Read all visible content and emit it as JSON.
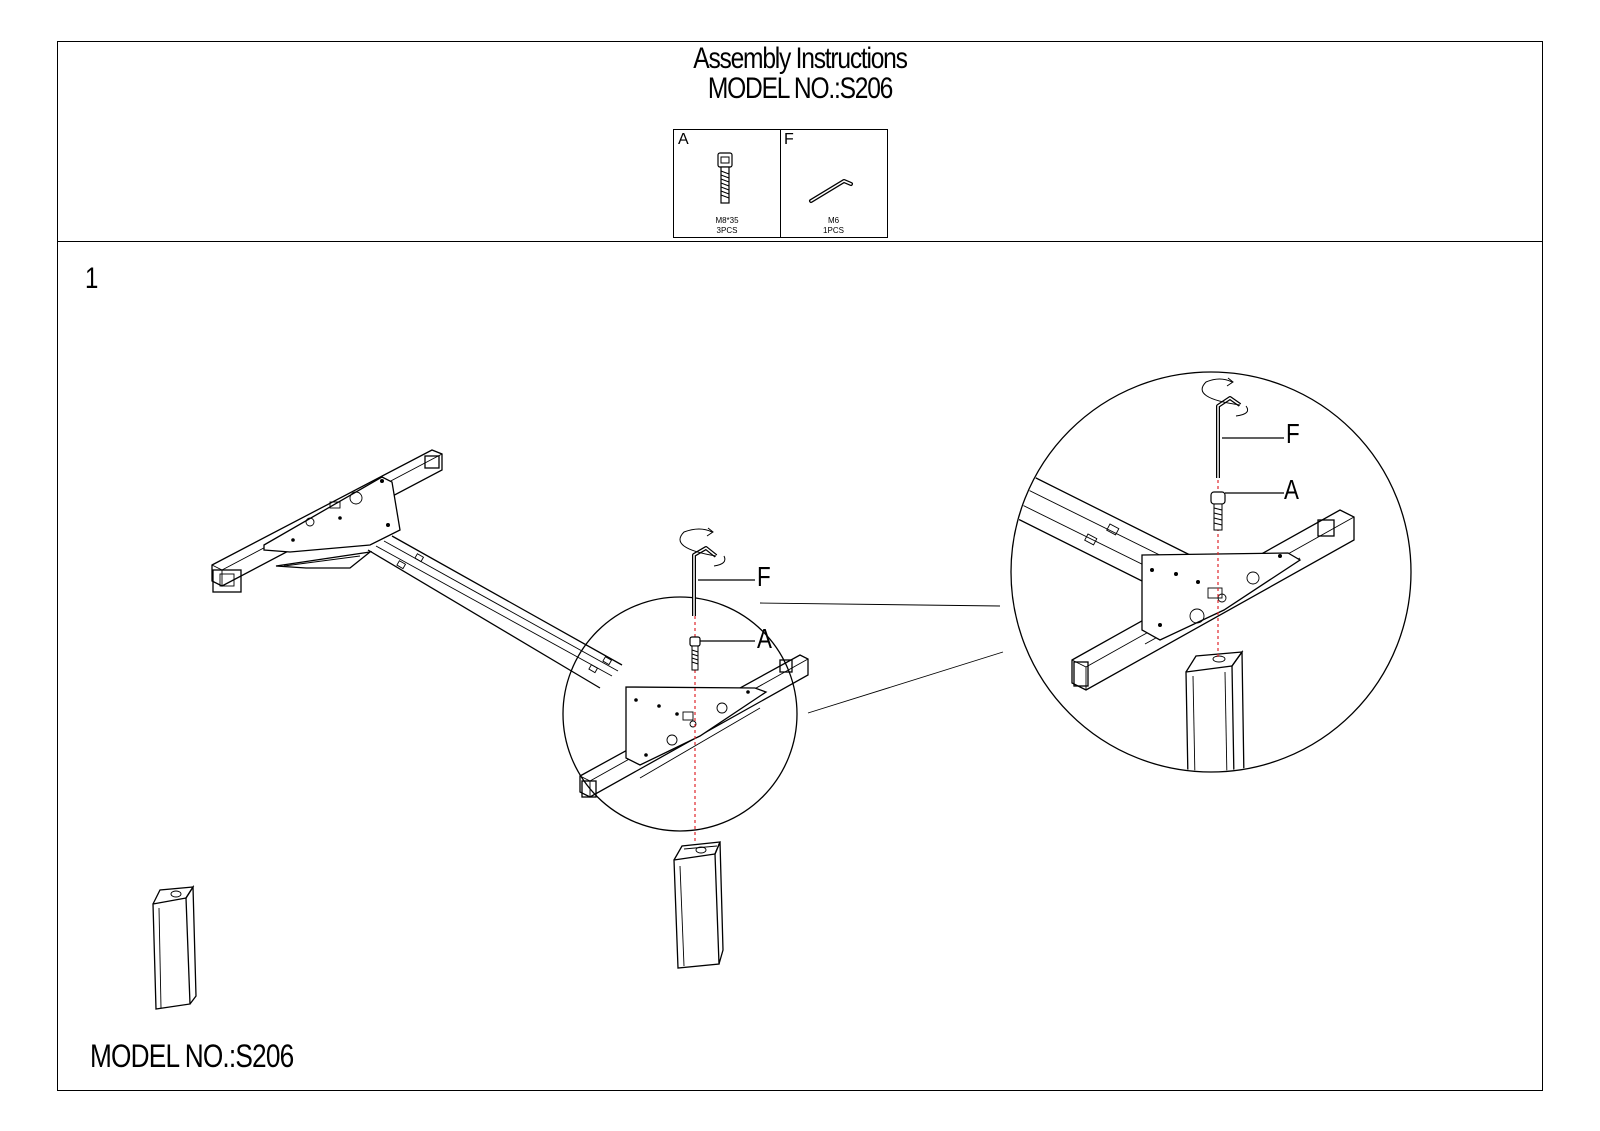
{
  "header": {
    "title": "Assembly Instructions",
    "model_line": "MODEL NO.:S206"
  },
  "parts": [
    {
      "letter": "A",
      "spec": "M8*35",
      "qty": "3PCS",
      "icon": "bolt-icon"
    },
    {
      "letter": "F",
      "spec": "M6",
      "qty": "1PCS",
      "icon": "allen-key-icon"
    }
  ],
  "step": {
    "number": "1",
    "callouts": {
      "main_key": "F",
      "main_bolt": "A",
      "zoom_key": "F",
      "zoom_bolt": "A"
    }
  },
  "footer": {
    "model": "MODEL NO.:S206"
  },
  "colors": {
    "line": "#000000",
    "guide_line": "#e0262b"
  }
}
